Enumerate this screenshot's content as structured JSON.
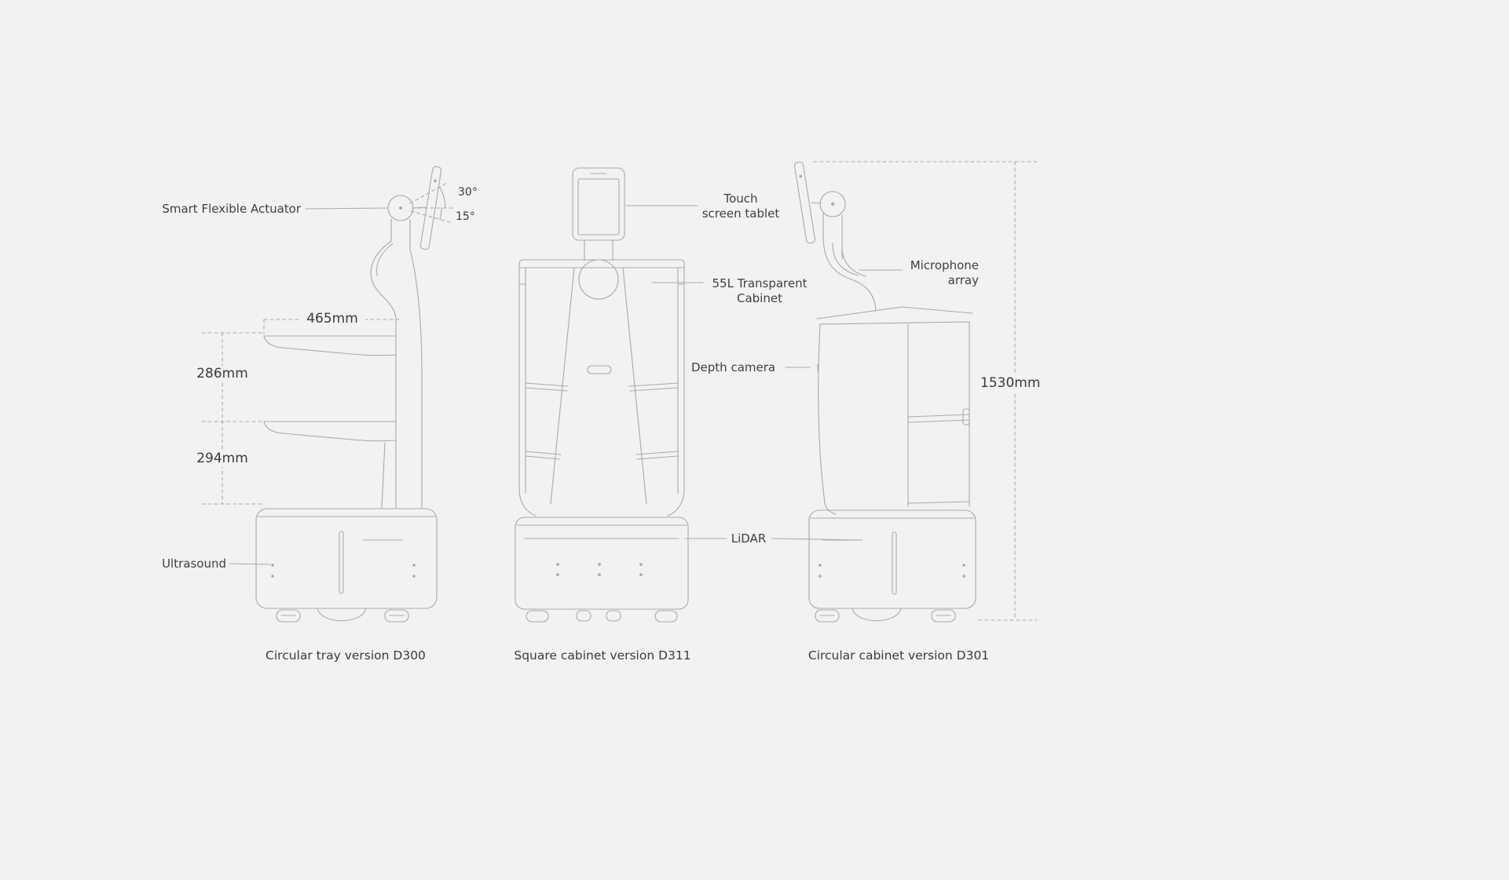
{
  "colors": {
    "bg": "#f2f2f2",
    "line": "#a9a9a9",
    "text": "#3f3f3f"
  },
  "figure": {
    "labels": {
      "smart_flexible_actuator": "Smart Flexible Actuator",
      "angle_upper": "30°",
      "angle_lower": "15°",
      "ultrasound": "Ultrasound",
      "touch_tablet": {
        "lines": [
          "Touch",
          "screen tablet"
        ]
      },
      "transparent_cabinet": {
        "lines": [
          "55L Transparent",
          "Cabinet"
        ]
      },
      "depth_camera": "Depth camera",
      "lidar": "LiDAR",
      "microphone_array": {
        "lines": [
          "Microphone",
          "array"
        ]
      }
    },
    "dimensions": {
      "tray_width": "465mm",
      "upper_tray_gap": "286mm",
      "lower_tray_gap": "294mm",
      "overall_height": "1530mm"
    },
    "captions": {
      "left": "Circular tray version D300",
      "middle": "Square cabinet version D311",
      "right": "Circular cabinet version D301"
    }
  }
}
